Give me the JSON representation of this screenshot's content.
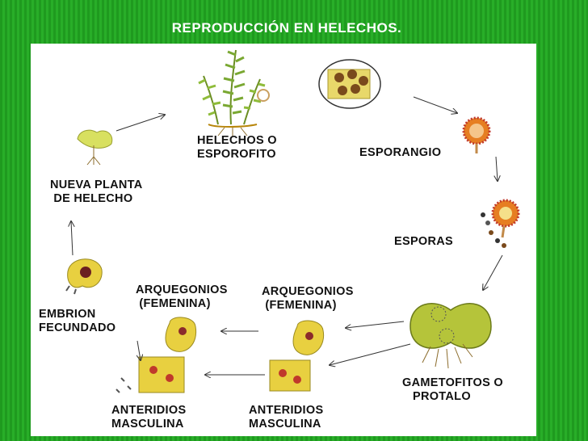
{
  "title": "REPRODUCCIÓN EN HELECHOS.",
  "labels": {
    "helechos": "HELECHOS O\nESPOROFITO",
    "esporangio": "ESPORANGIO",
    "esporas": "ESPORAS",
    "gametofitos": "GAMETOFITOS O\n   PROTALO",
    "arquegonios_right": "ARQUEGONIOS\n (FEMENINA)",
    "arquegonios_left": "ARQUEGONIOS\n (FEMENINA)",
    "anteridios_right": "ANTERIDIOS\nMASCULINA",
    "anteridios_left": "ANTERIDIOS\nMASCULINA",
    "embrion": "EMBRION\nFECUNDADO",
    "nueva_planta": "NUEVA PLANTA\n DE HELECHO"
  },
  "colors": {
    "background_green": "#1f9a1f",
    "panel": "#ffffff",
    "title_text": "#ffffff"
  }
}
